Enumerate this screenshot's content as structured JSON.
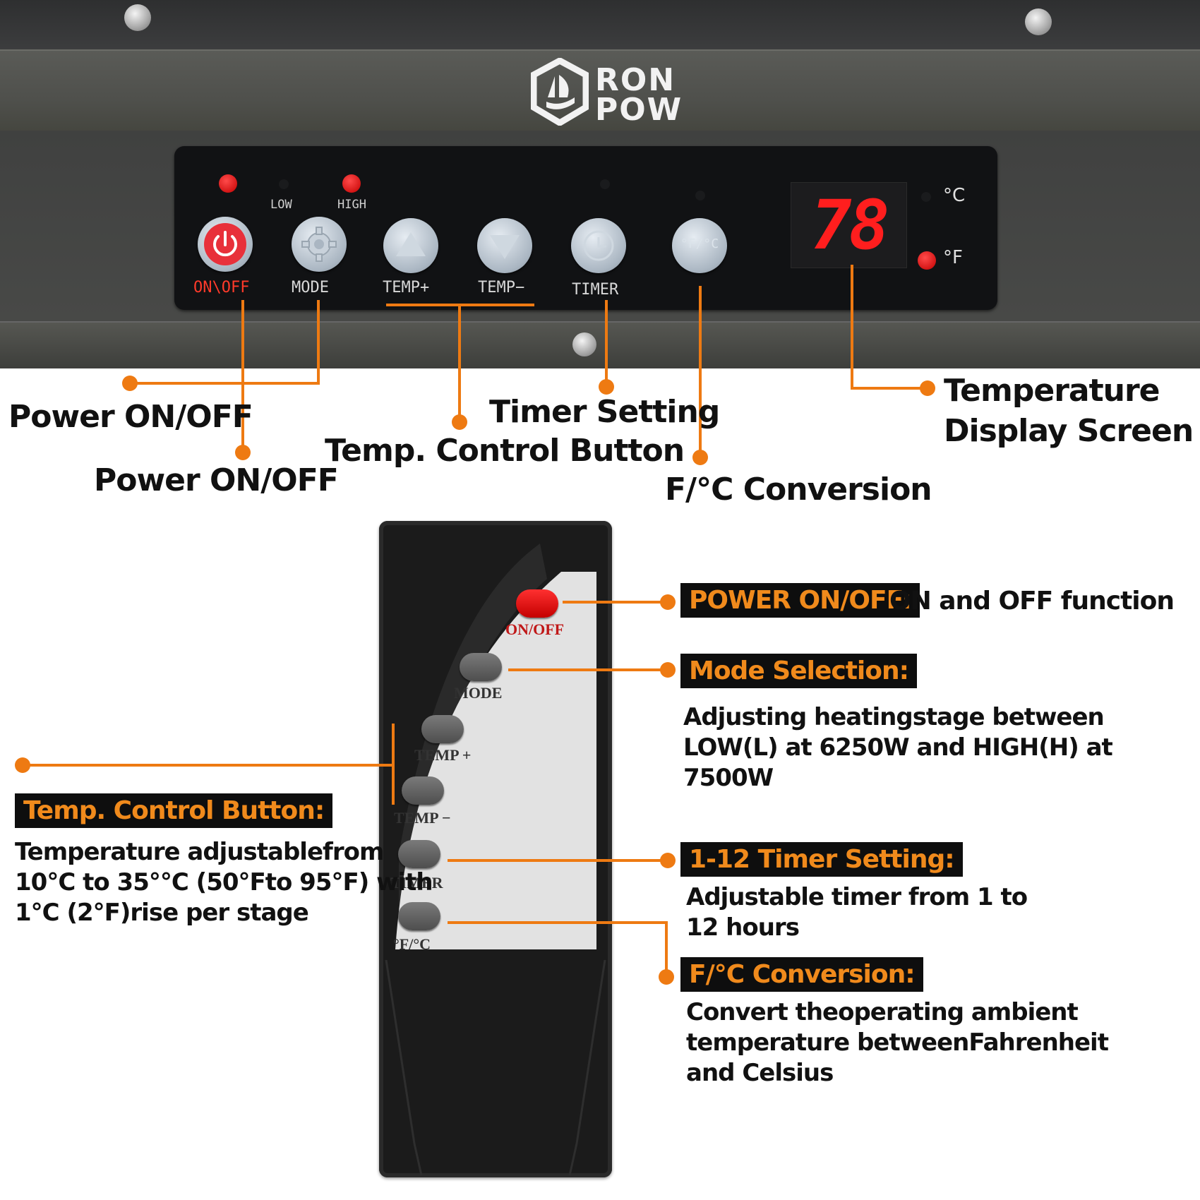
{
  "brand": {
    "line1": "RON",
    "line2": "POW"
  },
  "panel": {
    "indicators": {
      "low": "LOW",
      "high": "HIGH"
    },
    "buttons": [
      {
        "label": "ON\\OFF"
      },
      {
        "label": "MODE"
      },
      {
        "label": "TEMP+"
      },
      {
        "label": "TEMP−"
      },
      {
        "label": "TIMER"
      },
      {
        "label": "°F/°C"
      }
    ],
    "display_value": "78",
    "unit_c": "°C",
    "unit_f": "°F"
  },
  "top_callouts": {
    "power_a": "Power ON/OFF",
    "power_b": "Power ON/OFF",
    "timer": "Timer Setting",
    "temp_control": "Temp. Control Button",
    "conversion": "F/°C Conversion",
    "display_line1": "Temperature",
    "display_line2": "Display Screen"
  },
  "remote": {
    "buttons": [
      "ON/OFF",
      "MODE",
      "TEMP +",
      "TEMP −",
      "TIMER",
      "°F/°C"
    ]
  },
  "remote_callouts": {
    "power": {
      "tag": "POWER ON/OFF:",
      "desc": "ON and OFF function"
    },
    "mode": {
      "tag": "Mode Selection:",
      "desc": [
        "Adjusting heatingstage between",
        "LOW(L) at  6250W and HIGH(H) at",
        "7500W"
      ]
    },
    "temp": {
      "tag": "Temp. Control Button:",
      "desc": [
        "Temperature adjustablefrom",
        "10°C to 35°°C (50°Fto 95°F) with",
        "1°C (2°F)rise per stage"
      ]
    },
    "timer": {
      "tag": "1-12 Timer Setting:",
      "desc": [
        "Adjustable timer from 1 to",
        "12 hours"
      ]
    },
    "conversion": {
      "tag": "F/°C Conversion:",
      "desc": [
        "Convert theoperating ambient",
        "temperature betweenFahrenheit",
        "and Celsius"
      ]
    }
  },
  "colors": {
    "accent": "#ee7a12",
    "led": "#e01010",
    "tag_bg": "#0e0e0e"
  }
}
